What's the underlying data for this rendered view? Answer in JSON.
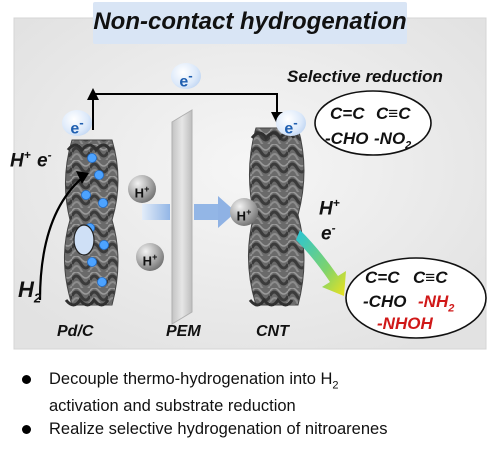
{
  "title": "Non-contact hydrogenation",
  "electron_label": "e",
  "electron_charge": "-",
  "selective_reduction": "Selective reduction",
  "left_species": {
    "h_plus": "H",
    "plus": "+",
    "e_minus": "e",
    "minus": "-",
    "h2_main": "H",
    "h2_sub": "2"
  },
  "right_species": {
    "h_plus": "H",
    "plus": "+",
    "e_minus": "e",
    "minus": "-"
  },
  "substrates_before": {
    "alkene": "C=C",
    "alkyne": "C≡C",
    "aldehyde": "-CHO",
    "nitro_main": "-NO",
    "nitro_sub": "2"
  },
  "products_after": {
    "alkene": "C=C",
    "alkyne": "C≡C",
    "aldehyde": "-CHO",
    "amine_main": "-NH",
    "amine_sub": "2",
    "hydroxylamine": "-NHOH"
  },
  "proton_label": "H",
  "proton_charge": "+",
  "labels": {
    "pdc": "Pd/C",
    "pem": "PEM",
    "cnt": "CNT"
  },
  "bullets": {
    "line1_a": "Decouple thermo-hydrogenation into H",
    "line1_sub": "2",
    "line1_b": "activation and substrate reduction",
    "line2": "Realize selective hydrogenation of nitroarenes"
  },
  "colors": {
    "panel": "#efefef",
    "title_box": "#d9e5f5",
    "electron_text": "#1f5fb0",
    "red_text": "#d01818",
    "catalyst": "#555555",
    "pem": "#cfcfcf",
    "pd_particle": "#4da3ff"
  }
}
